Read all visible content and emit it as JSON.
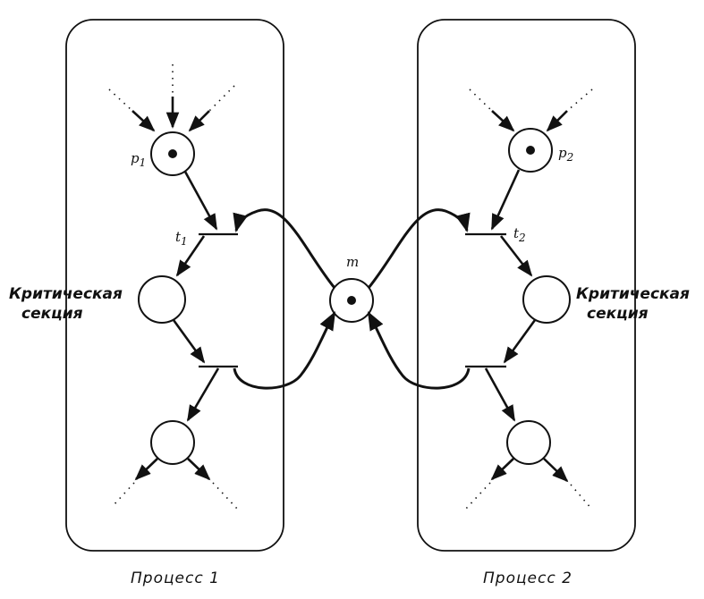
{
  "labels": {
    "p1": "p",
    "p1_sub": "1",
    "p2": "p",
    "p2_sub": "2",
    "t1": "t",
    "t1_sub": "1",
    "t2": "t",
    "t2_sub": "2",
    "m": "m"
  },
  "critical_section_left": [
    "Критическая",
    "секция"
  ],
  "critical_section_right": [
    "Критическая",
    "секция"
  ],
  "captions": {
    "process1": "Процесс 1",
    "process2": "Процесс 2"
  },
  "tokens": {
    "p1": 1,
    "p2": 1,
    "m": 1
  }
}
